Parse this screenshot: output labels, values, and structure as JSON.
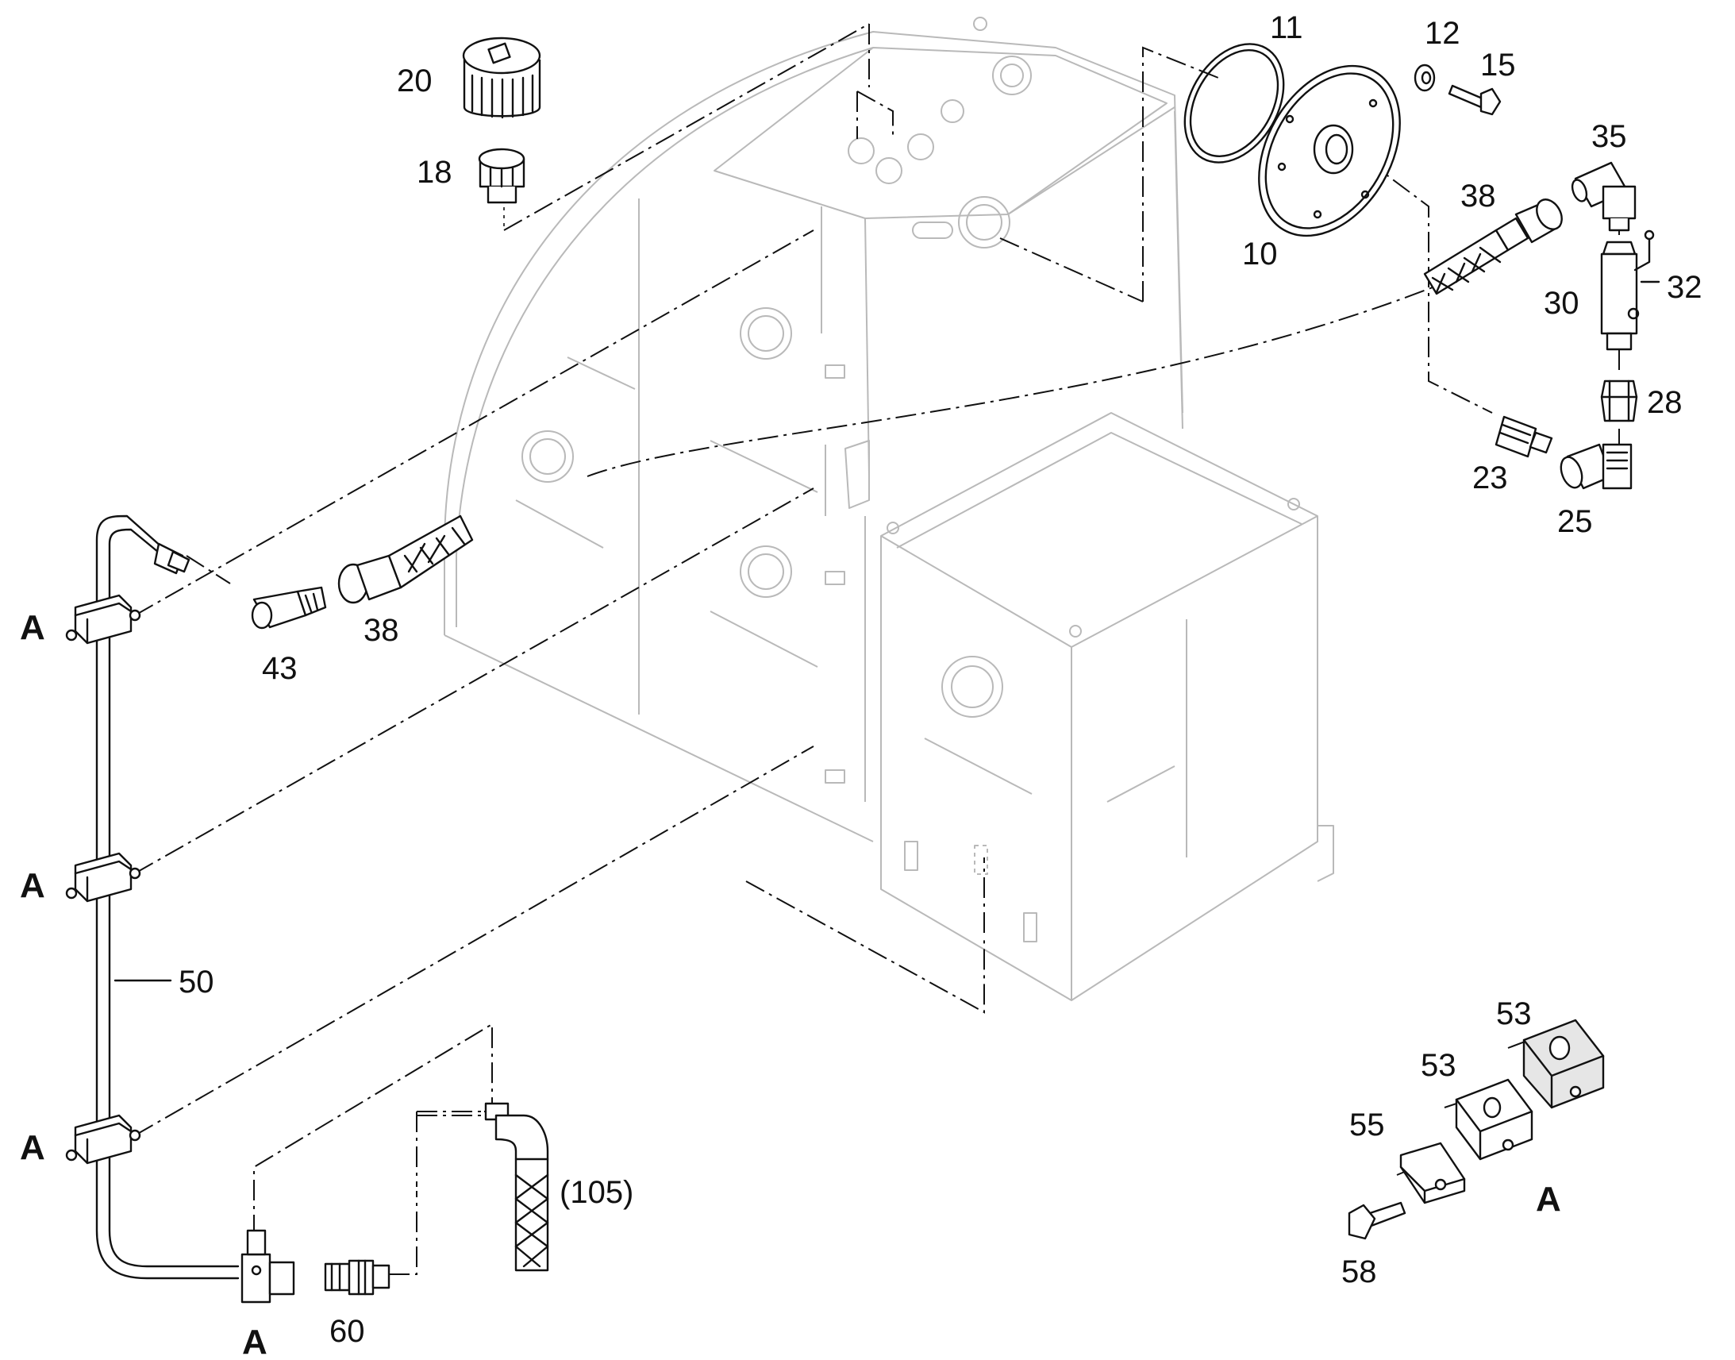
{
  "labels": {
    "p10": "10",
    "p11": "11",
    "p12": "12",
    "p15": "15",
    "p18": "18",
    "p20": "20",
    "p23": "23",
    "p25": "25",
    "p28": "28",
    "p30": "30",
    "p32": "32",
    "p35": "35",
    "p38_top": "38",
    "p38_left": "38",
    "p43": "43",
    "p50": "50",
    "p53_a": "53",
    "p53_b": "53",
    "p55": "55",
    "p58": "58",
    "p60": "60",
    "p105": "(105)",
    "A1": "A",
    "A2": "A",
    "A3": "A",
    "A4": "A",
    "A_detail": "A"
  },
  "colors": {
    "line": "#111111",
    "ghost": "#b9b9b9",
    "background": "#ffffff"
  }
}
